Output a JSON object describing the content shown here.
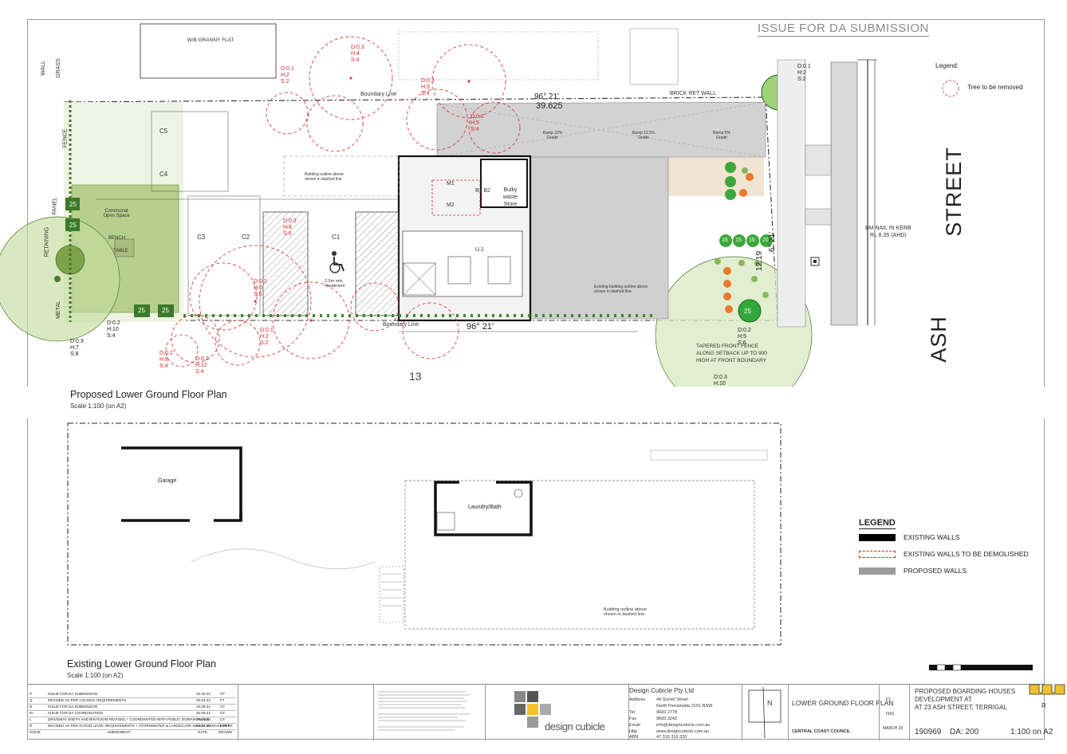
{
  "header": {
    "issue_title": "ISSUE FOR DA SUBMISSION"
  },
  "street": {
    "name_part1": "ASH",
    "name_part2": "STREET"
  },
  "legend_trees": {
    "title": "Legend:",
    "item": "Tree to be removed"
  },
  "top_notes": {
    "granny_flat": "W/B GRANNY FLAT",
    "wall": "WALL",
    "grass": "GRASS",
    "fence": "FENCE",
    "retaining": "RETAINING",
    "panel": "PANEL",
    "metal": "METAL",
    "boundary_line_top": "Boundary Line",
    "boundary_line_bottom": "Boundary Line",
    "bearing_top": "96° 21'",
    "dimension_top": "39.625",
    "bearing_bottom": "96° 21'",
    "bearing_right": "6° 21'",
    "dimension_right": "12.19",
    "brick_ret_wall": "BRICK      RET      WALL",
    "bm_nail": "BM NAIL IN KERB",
    "bm_rl": "RL 8.35 (AHD)",
    "tapered": "TAPERED FRONT FENCE ALONG SETBACK UP TO 900 HIGH AT FRONT BOUNDARY",
    "lot_number": "13"
  },
  "spaces": {
    "bulky_waste": "Bulky waste Store",
    "m1": "M1",
    "m2": "M2",
    "b1b2": "B1 B2",
    "u1": "U.1",
    "c1": "C1",
    "c2": "C2",
    "c3": "C3",
    "c4": "C4",
    "c5": "C5",
    "communal": "Communal Open Space",
    "bench": "BENCH",
    "table": "TABLE",
    "ramp1": "Ramp 22% Grade",
    "ramp2": "Ramp 12.5% Grade",
    "ramp3": "Ramp 5% Grade",
    "building_outline_1": "Building outline above shown in dashed line",
    "building_outline_2": "Existing building outline above shown in dashed line",
    "headroom": "2.5m min Headroom"
  },
  "tree_labels": [
    {
      "d": "D:0.3",
      "h": "H:4",
      "s": "S:4"
    },
    {
      "d": "D:0.1",
      "h": "H:2",
      "s": "S:2"
    },
    {
      "d": "D:0.3",
      "h": "H:5",
      "s": "S:4"
    },
    {
      "d": "D:0.2",
      "h": "H:5",
      "s": "S:4"
    },
    {
      "d": "D:0.3",
      "h": "H:8",
      "s": "S:6"
    },
    {
      "d": "D:0.2",
      "h": "H:6",
      "s": "S:6"
    },
    {
      "d": "D:0.1",
      "h": "H:2",
      "s": "S:2"
    },
    {
      "d": "D:0.2",
      "h": "H:8",
      "s": "S:4"
    },
    {
      "d": "D:0.2",
      "h": "H:12",
      "s": "S:4"
    }
  ],
  "tree_labels_black": [
    {
      "d": "D:0.1",
      "h": "H:2",
      "s": "S:2"
    },
    {
      "d": "D:0.2",
      "h": "H:10",
      "s": "S:4"
    },
    {
      "d": "D:0.3",
      "h": "H:7",
      "s": "S:8"
    },
    {
      "d": "D:0.2",
      "h": "H:5",
      "s": "S:6"
    },
    {
      "d": "D:0.3",
      "h": "H:10",
      "s": ""
    }
  ],
  "plants": {
    "p15": "15",
    "p25": "25",
    "p20": "20"
  },
  "plan_proposed": {
    "title": "Proposed Lower Ground Floor Plan",
    "scale": "Scale 1:100 (on A2)"
  },
  "plan_existing": {
    "title": "Existing Lower Ground Floor Plan",
    "scale": "Scale 1:100 (on A2)",
    "garage": "Garage",
    "laundry": "Laundry/Bath",
    "outline_note": "Building outline above shown in dashed line"
  },
  "legend": {
    "title": "LEGEND",
    "items": [
      {
        "label": "EXISTING WALLS",
        "color": "#000000"
      },
      {
        "label": "EXISTING WALLS TO BE DEMOLISHED",
        "color": "#d42a2a"
      },
      {
        "label": "PROPOSED WALLS",
        "color": "#9c9c9c"
      }
    ]
  },
  "title_block": {
    "revisions": [
      {
        "rev": "P",
        "desc": "ISSUE FOR DA SUBMISSION",
        "date": "02.08.22",
        "by": "FP"
      },
      {
        "rev": "Q",
        "desc": "REVISED AS PER COUNCIL REQUIREMENTS",
        "date": "26.04.22",
        "by": "FT"
      },
      {
        "rev": "N",
        "desc": "ISSUE FOR DA SUBMISSION",
        "date": "23.09.21",
        "by": "CF"
      },
      {
        "rev": "M",
        "desc": "ISSUE FOR DA COORDINATION",
        "date": "20.09.21",
        "by": "CF"
      },
      {
        "rev": "L",
        "desc": "DRIVEWAY WIDTH AND BIN ROOM REVISED + COORDINATED WITH PUBLIC DOMAIN PLANS",
        "date": "09.03.22",
        "by": "CF"
      },
      {
        "rev": "R",
        "desc": "REVISED AS PER FLOOD LEVEL REQUIREMENTS + STORMWATER & LANDSCAPE WASTE MANAGEMENT",
        "date": "03.12.22",
        "by": "FT/FP"
      }
    ],
    "rev_headers": {
      "issue": "ISSUE",
      "amendment": "AMENDMENT",
      "date": "DATE",
      "drawn": "DRAWN"
    },
    "company_name": "Design Cubicle Pty Ltd",
    "address_label": "Address",
    "address_1": "44 Sorrell Street",
    "address_2": "North Parramatta 2151 NSW",
    "tel_label": "Tel",
    "tel": "9683 2778",
    "fax_label": "Fax",
    "fax": "9683 3242",
    "email_label": "Email",
    "email": "info@designcubicle.com.au",
    "http_label": "Http",
    "http": "www.designcubicle.com.au",
    "abn_label": "ABN",
    "abn": "47 316 316 333",
    "logo_text": "design cubicle",
    "north": "N",
    "sheet_title": "LOWER GROUND FLOOR PLAN",
    "council": "CENTRAL COAST COUNCIL",
    "project_1": "PROPOSED BOARDING HOUSES",
    "project_2": "DEVELOPMENT AT",
    "project_3": "AT 23 ASH STREET, TERRIGAL",
    "drawn": "FT",
    "checked": "FRG",
    "date": "MARCH 20",
    "job": "190969",
    "da": "DA: 200",
    "scale": "1:100 on A2",
    "issue": "R"
  }
}
